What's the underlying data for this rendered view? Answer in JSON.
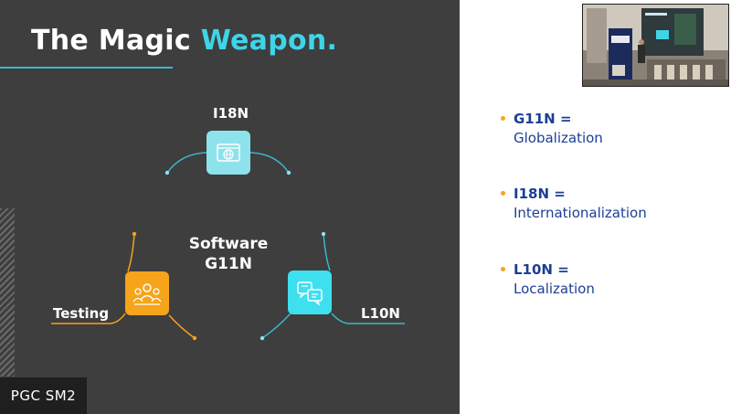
{
  "slide": {
    "title_main": "The Magic ",
    "title_accent": "Weapon.",
    "center_line1": "Software",
    "center_line2": "G11N",
    "nodes": {
      "i18n": "I18N",
      "testing": "Testing",
      "l10n": "L10N"
    },
    "icons": {
      "i18n": "globe-window-icon",
      "testing": "team-icon",
      "l10n": "translate-bubbles-icon"
    }
  },
  "badge": "PGC SM2",
  "definitions": [
    {
      "term": "G11N =",
      "meaning": "Globalization"
    },
    {
      "term": "I18N =",
      "meaning": "Internationalization"
    },
    {
      "term": "L10N =",
      "meaning": "Localization"
    }
  ],
  "colors": {
    "slide_bg": "#3e3e3e",
    "accent_cyan": "#3fd4e8",
    "accent_orange": "#f5a41b",
    "definition_text": "#1c3f95"
  }
}
